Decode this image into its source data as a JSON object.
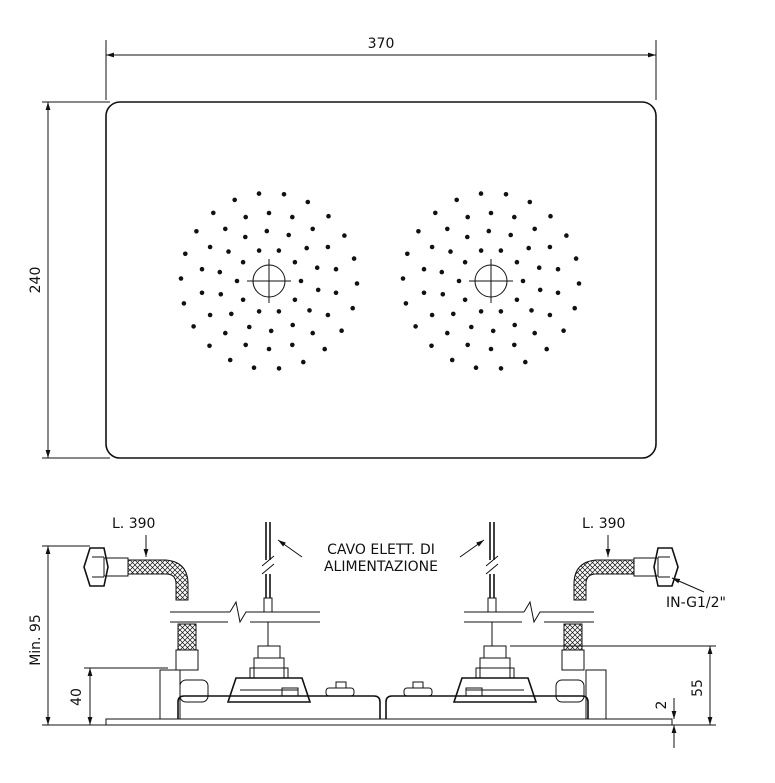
{
  "top_view": {
    "width_label": "370",
    "height_label": "240",
    "outlets": 2
  },
  "side_view": {
    "hose_left_label": "L. 390",
    "hose_right_label": "L. 390",
    "cable_label_line1": "CAVO ELETT. DI",
    "cable_label_line2": "ALIMENTAZIONE",
    "connector_label": "IN-G1/2\"",
    "min_height_label": "Min. 95",
    "left_height_label": "40",
    "right_height_label": "55",
    "plate_thickness_label": "2"
  },
  "colors": {
    "ink": "#111111",
    "paper": "#ffffff"
  }
}
